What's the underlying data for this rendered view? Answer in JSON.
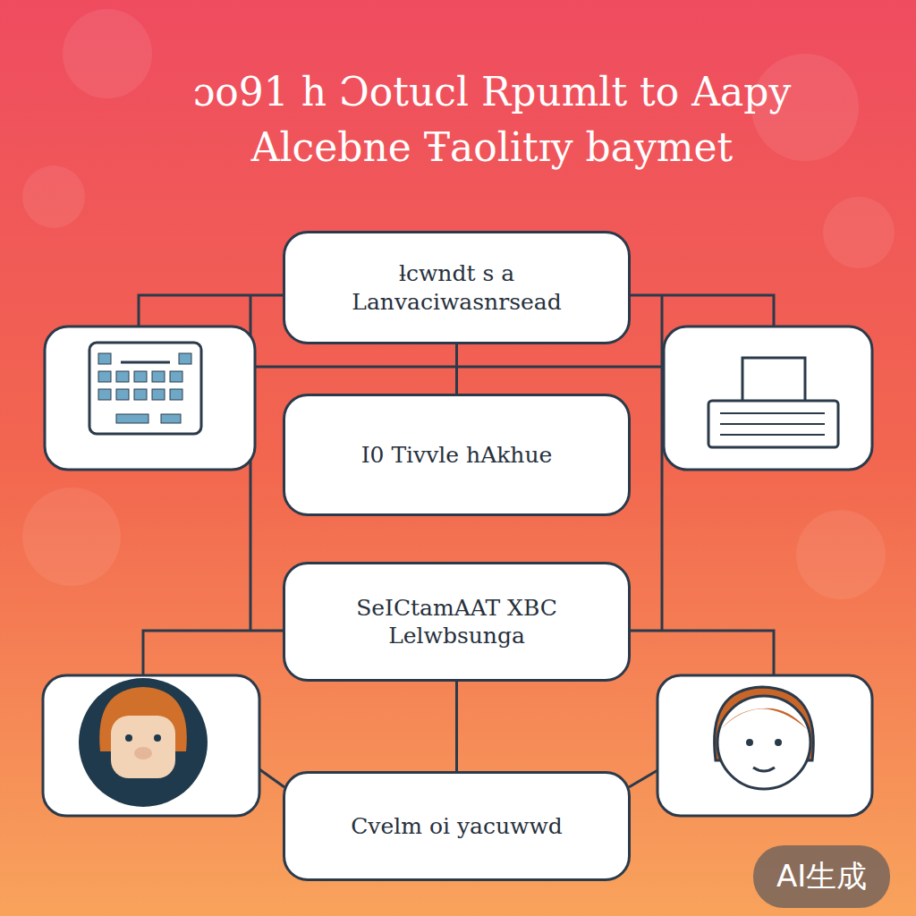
{
  "diagram": {
    "title": "ɔo91 h Ɔotucl Rpumlt to Aapy Alcebne Ŧaolitɪy baymet",
    "nodes": [
      {
        "text": [
          "ƚcwndt s a Lanvaciwasnrsead"
        ]
      },
      {
        "text": [
          "I0 Tivvle hAkhue"
        ]
      },
      {
        "text": [
          "SeICtamAAT XBC Lelwbsunga"
        ]
      },
      {
        "text": [
          "Cvelm oi yacuwwd"
        ]
      }
    ],
    "edges": [
      {
        "from": 0,
        "to": 1,
        "arrow": "none"
      },
      {
        "from": 2,
        "to": 3,
        "arrow": "none"
      }
    ],
    "labels": [
      "AI生成"
    ]
  }
}
